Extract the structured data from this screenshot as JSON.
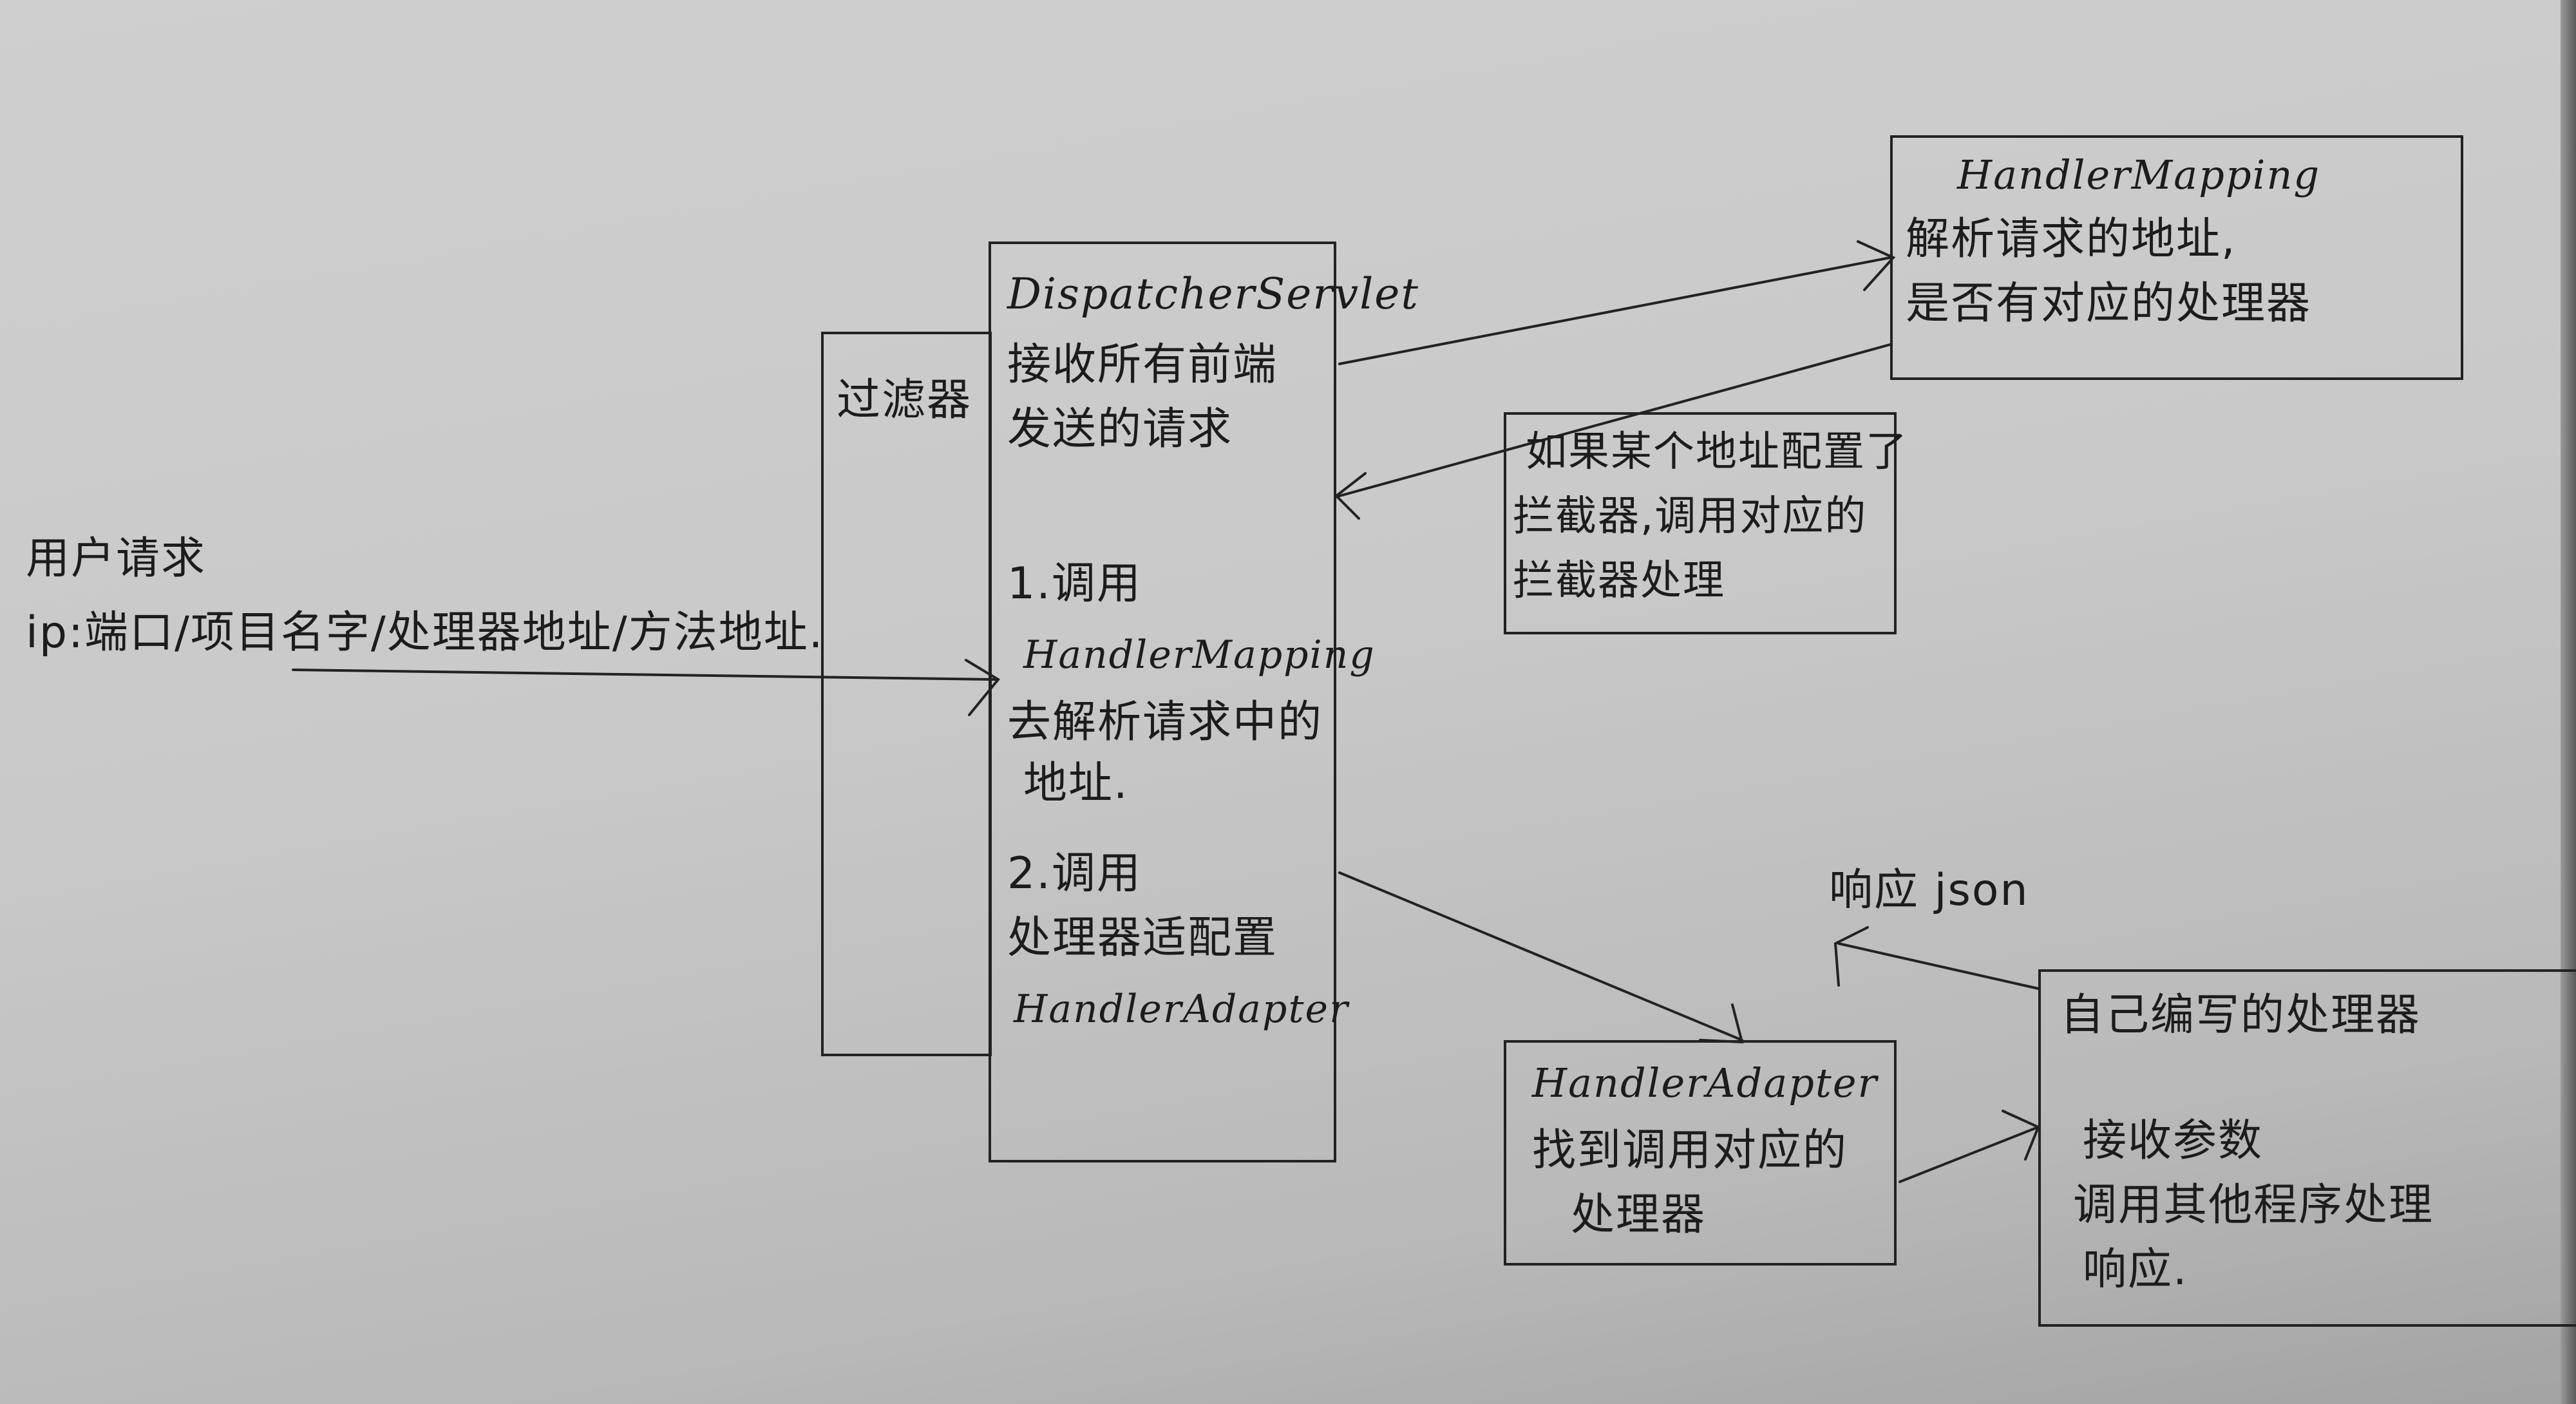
{
  "user_request": {
    "title": "用户请求",
    "url": "ip:端口/项目名字/处理器地址/方法地址."
  },
  "filter": {
    "label": "过滤器"
  },
  "dispatcher": {
    "line1": "DispatcherServlet",
    "line2": "接收所有前端",
    "line3": "发送的请求",
    "step1_a": "1.调用",
    "step1_b": "HandlerMapping",
    "step1_c": "去解析请求中的",
    "step1_d": "地址.",
    "step2_a": "2.调用",
    "step2_b": "处理器适配置",
    "step2_c": "HandlerAdapter"
  },
  "handler_mapping": {
    "line1": "HandlerMapping",
    "line2": "解析请求的地址,",
    "line3": "是否有对应的处理器"
  },
  "interceptor": {
    "line1": "如果某个地址配置了",
    "line2": "拦截器,调用对应的",
    "line3": "拦截器处理"
  },
  "handler_adapter": {
    "line1": "HandlerAdapter",
    "line2": "找到调用对应的",
    "line3": "处理器"
  },
  "response": {
    "label": "响应 json"
  },
  "custom_handler": {
    "line1": "自己编写的处理器",
    "line2": "接收参数",
    "line3": "调用其他程序处理",
    "line4": "响应."
  },
  "ink_color": "#222222"
}
